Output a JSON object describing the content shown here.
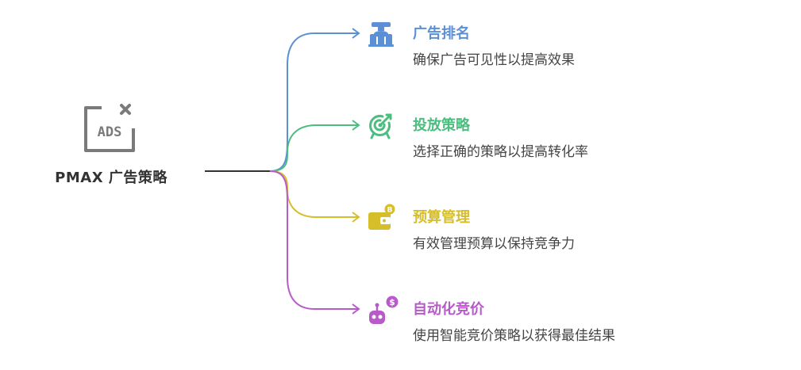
{
  "root": {
    "label": "PMAX 广告策略",
    "icon": "ads-icon",
    "icon_text": "ADS",
    "color": "#7a7a7a"
  },
  "branches": [
    {
      "title": "广告排名",
      "desc": "确保广告可见性以提高效果",
      "icon": "trophy-icon",
      "color": "#5b8fd6"
    },
    {
      "title": "投放策略",
      "desc": "选择正确的策略以提高转化率",
      "icon": "target-icon",
      "color": "#4bbd7f"
    },
    {
      "title": "预算管理",
      "desc": "有效管理预算以保持竞争力",
      "icon": "wallet-bitcoin-icon",
      "color": "#d6be2a"
    },
    {
      "title": "自动化竞价",
      "desc": "使用智能竞价策略以获得最佳结果",
      "icon": "robot-dollar-icon",
      "color": "#b65bc7"
    }
  ]
}
